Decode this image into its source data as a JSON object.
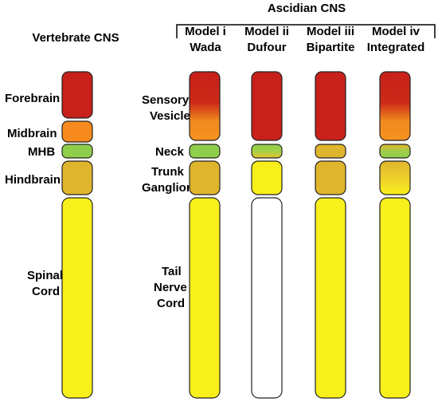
{
  "vertebrate": {
    "title": "Vertebrate CNS",
    "labels": {
      "forebrain": "Forebrain",
      "midbrain": "Midbrain",
      "mhb": "MHB",
      "hindbrain": "Hindbrain",
      "spinal_line1": "Spinal",
      "spinal_line2": "Cord"
    }
  },
  "ascidian": {
    "title": "Ascidian CNS",
    "labels": {
      "sensory_line1": "Sensory",
      "sensory_line2": "Vesicle",
      "neck": "Neck",
      "trunk_line1": "Trunk",
      "trunk_line2": "Ganglion",
      "tail_line1": "Tail",
      "tail_line2": "Nerve",
      "tail_line3": "Cord"
    },
    "models": [
      {
        "line1": "Model i",
        "line2": "Wada"
      },
      {
        "line1": "Model ii",
        "line2": "Dufour"
      },
      {
        "line1": "Model iii",
        "line2": "Bipartite"
      },
      {
        "line1": "Model iv",
        "line2": "Integrated"
      }
    ]
  },
  "colors": {
    "forebrain_red": "#c8201a",
    "midbrain_orange": "#f78a1d",
    "mhb_green": "#8fce4b",
    "hindbrain_gold": "#e0b52e",
    "spinal_yellow": "#f8f01a",
    "blank_white": "#ffffff"
  }
}
